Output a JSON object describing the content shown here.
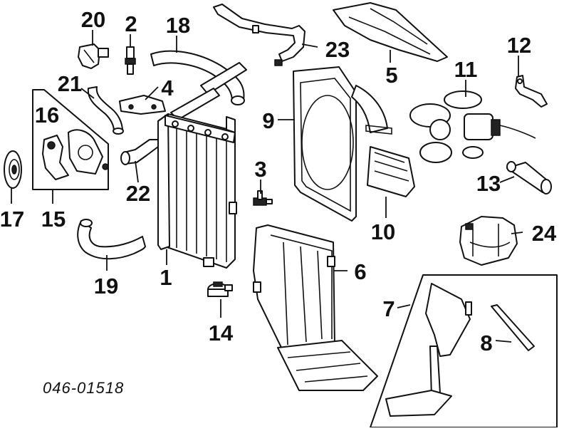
{
  "diagram": {
    "code": "046-01518",
    "callouts": [
      {
        "id": "c1",
        "text": "1"
      },
      {
        "id": "c2",
        "text": "2"
      },
      {
        "id": "c3",
        "text": "3"
      },
      {
        "id": "c4",
        "text": "4"
      },
      {
        "id": "c5",
        "text": "5"
      },
      {
        "id": "c6",
        "text": "6"
      },
      {
        "id": "c7",
        "text": "7"
      },
      {
        "id": "c8",
        "text": "8"
      },
      {
        "id": "c9",
        "text": "9"
      },
      {
        "id": "c10",
        "text": "10"
      },
      {
        "id": "c11",
        "text": "11"
      },
      {
        "id": "c12",
        "text": "12"
      },
      {
        "id": "c13",
        "text": "13"
      },
      {
        "id": "c14",
        "text": "14"
      },
      {
        "id": "c15",
        "text": "15"
      },
      {
        "id": "c16",
        "text": "16"
      },
      {
        "id": "c17",
        "text": "17"
      },
      {
        "id": "c18",
        "text": "18"
      },
      {
        "id": "c19",
        "text": "19"
      },
      {
        "id": "c20",
        "text": "20"
      },
      {
        "id": "c21",
        "text": "21"
      },
      {
        "id": "c22",
        "text": "22"
      },
      {
        "id": "c23",
        "text": "23"
      },
      {
        "id": "c24",
        "text": "24"
      }
    ]
  }
}
